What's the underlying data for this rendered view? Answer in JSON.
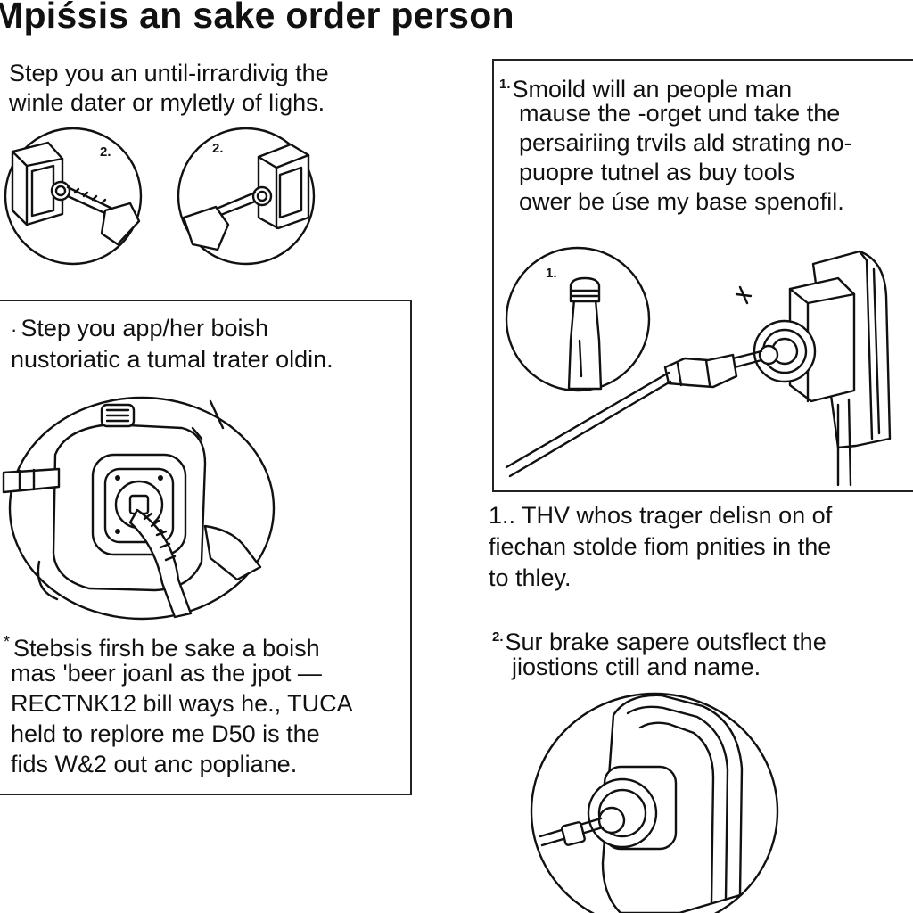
{
  "title": "Mpiśsis an sake order person",
  "top_left": {
    "lines": [
      "Step you an until-irrardivig the",
      "winle dater or myletly of lighs."
    ],
    "circle_labels": [
      "2.",
      "2."
    ]
  },
  "mid_left": {
    "lines": [
      "Step you app/her boish",
      "nustoriatic a tumal trater oldin."
    ]
  },
  "bottom_left": {
    "lines": [
      "Stebsis firsh be sake a boish",
      "mas 'beer joanl as the jpot —",
      "RECTNK12 bill ways he., TUCA",
      "held to replore me D50 is the",
      "fids W&2 out anc popliane."
    ]
  },
  "right_top": {
    "marker": "1.",
    "lines": [
      "Smoild will an people man",
      "mause the -orget und take the",
      "persairiing trvils ald strating no-",
      "puopre tutnel as buy tools",
      "ower be úse my base spenofil."
    ],
    "circle_label": "1."
  },
  "right_step1": {
    "lines": [
      "1.. THV whos trager delisn on of",
      "fiechan stolde fiom pnities in the",
      "to thley."
    ]
  },
  "right_step2": {
    "marker": "2.",
    "lines": [
      "Sur brake sapere outsflect the",
      "jiostions ctill and name."
    ]
  }
}
